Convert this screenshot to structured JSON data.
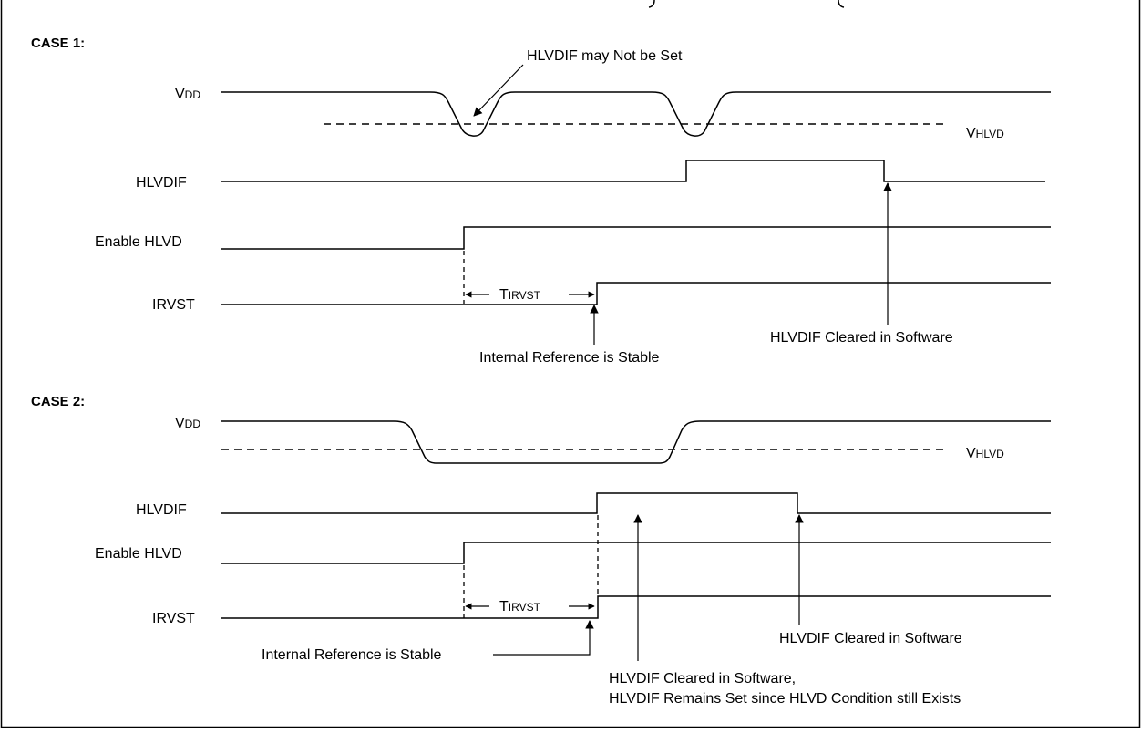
{
  "case1": {
    "title": "CASE 1:",
    "labels": {
      "vdd_main": "V",
      "vdd_sub": "DD",
      "vhlvd_main": "V",
      "vhlvd_sub": "HLVD",
      "hlvdif": "HLVDIF",
      "enable": "Enable HLVD",
      "irvst": "IRVST",
      "tirvst_main": "T",
      "tirvst_sub": "IRVST"
    },
    "notes": {
      "not_set": "HLVDIF may Not be Set",
      "stable": "Internal Reference is Stable",
      "cleared": "HLVDIF Cleared in Software"
    }
  },
  "case2": {
    "title": "CASE 2:",
    "labels": {
      "vdd_main": "V",
      "vdd_sub": "DD",
      "vhlvd_main": "V",
      "vhlvd_sub": "HLVD",
      "hlvdif": "HLVDIF",
      "enable": "Enable HLVD",
      "irvst": "IRVST",
      "tirvst_main": "T",
      "tirvst_sub": "IRVST"
    },
    "notes": {
      "stable": "Internal Reference is Stable",
      "cleared": "HLVDIF Cleared in Software",
      "remains_line1": "HLVDIF Cleared in Software,",
      "remains_line2": "HLVDIF Remains Set since HLVD Condition still Exists"
    }
  }
}
